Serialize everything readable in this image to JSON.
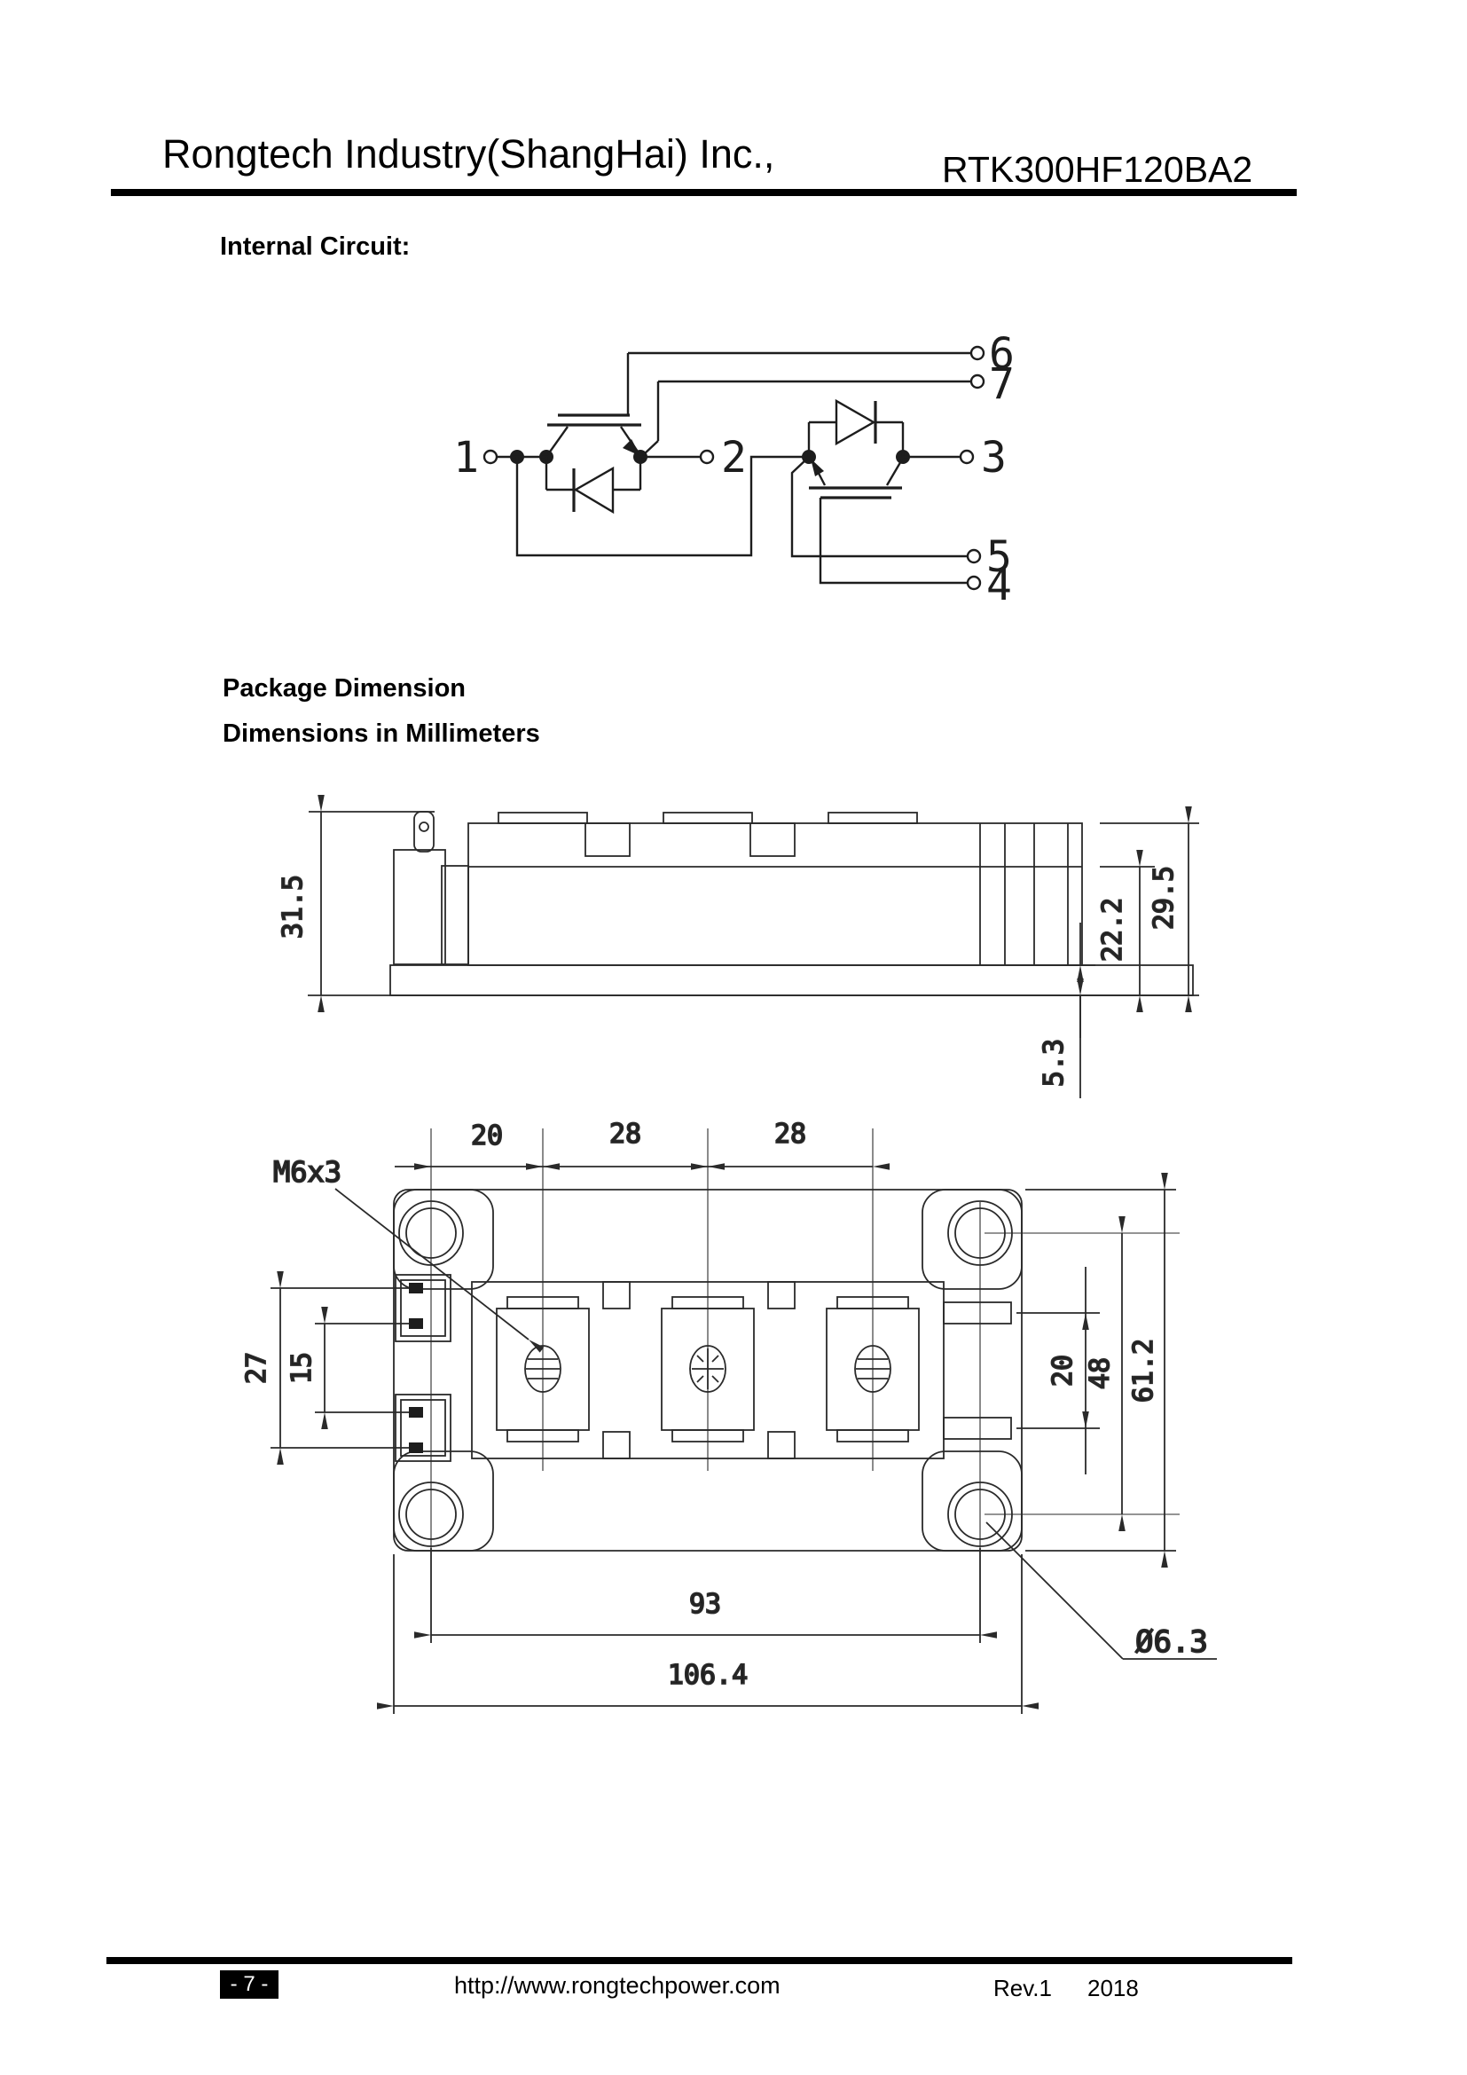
{
  "header": {
    "company": "Rongtech Industry(ShangHai) Inc.,",
    "part_number": "RTK300HF120BA2"
  },
  "sections": {
    "internal_circuit": "Internal Circuit:",
    "package_dimension": "Package Dimension",
    "dimensions_note": "Dimensions in Millimeters"
  },
  "circuit": {
    "terminals": {
      "t1": "1",
      "t2": "2",
      "t3": "3",
      "t4": "4",
      "t5": "5",
      "t6": "6",
      "t7": "7"
    }
  },
  "side_view_dims": {
    "total_height": "31.5",
    "body_height": "29.5",
    "case_height": "22.2",
    "baseplate_height": "5.3"
  },
  "top_view_dims": {
    "thread_callout": "M6x3",
    "pitch_20": "20",
    "pitch_28a": "28",
    "pitch_28b": "28",
    "conn_pin_span_27": "27",
    "conn_pin_span_15": "15",
    "rail_span_20": "20",
    "hole_span_48": "48",
    "body_width_61_2": "61.2",
    "hole_span_93": "93",
    "body_length_106_4": "106.4",
    "hole_dia": "Ø6.3"
  },
  "footer": {
    "page_number": "- 7 -",
    "url": "http://www.rongtechpower.com",
    "rev": "Rev.1",
    "year": "2018"
  },
  "colors": {
    "ink": "#000000",
    "line": "#2a2a2a",
    "page_box_bg": "#000000",
    "page_box_text": "#ffffff"
  }
}
